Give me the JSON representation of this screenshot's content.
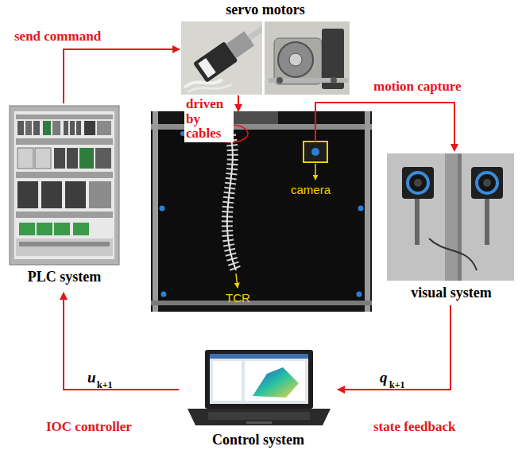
{
  "diagram": {
    "nodes": [
      {
        "text": [
          "servo motors"
        ]
      },
      {
        "text": [
          "PLC system"
        ]
      },
      {
        "text": [
          "camera",
          "TCR"
        ]
      },
      {
        "text": [
          "visual system"
        ]
      },
      {
        "text": [
          "Control system"
        ]
      }
    ],
    "edges": [
      {
        "from": 1,
        "to": 0,
        "arrow": "to",
        "label": "send command"
      },
      {
        "from": 0,
        "to": 2,
        "arrow": "to",
        "label": "driven by cables"
      },
      {
        "from": 2,
        "to": 3,
        "arrow": "to",
        "label": "motion capture"
      },
      {
        "from": 3,
        "to": 4,
        "arrow": "to",
        "label": "state feedback"
      },
      {
        "from": 4,
        "to": 1,
        "arrow": "to",
        "label": "IOC controller"
      }
    ],
    "labels": [
      "q",
      "k+1",
      "u",
      "k+1"
    ]
  }
}
